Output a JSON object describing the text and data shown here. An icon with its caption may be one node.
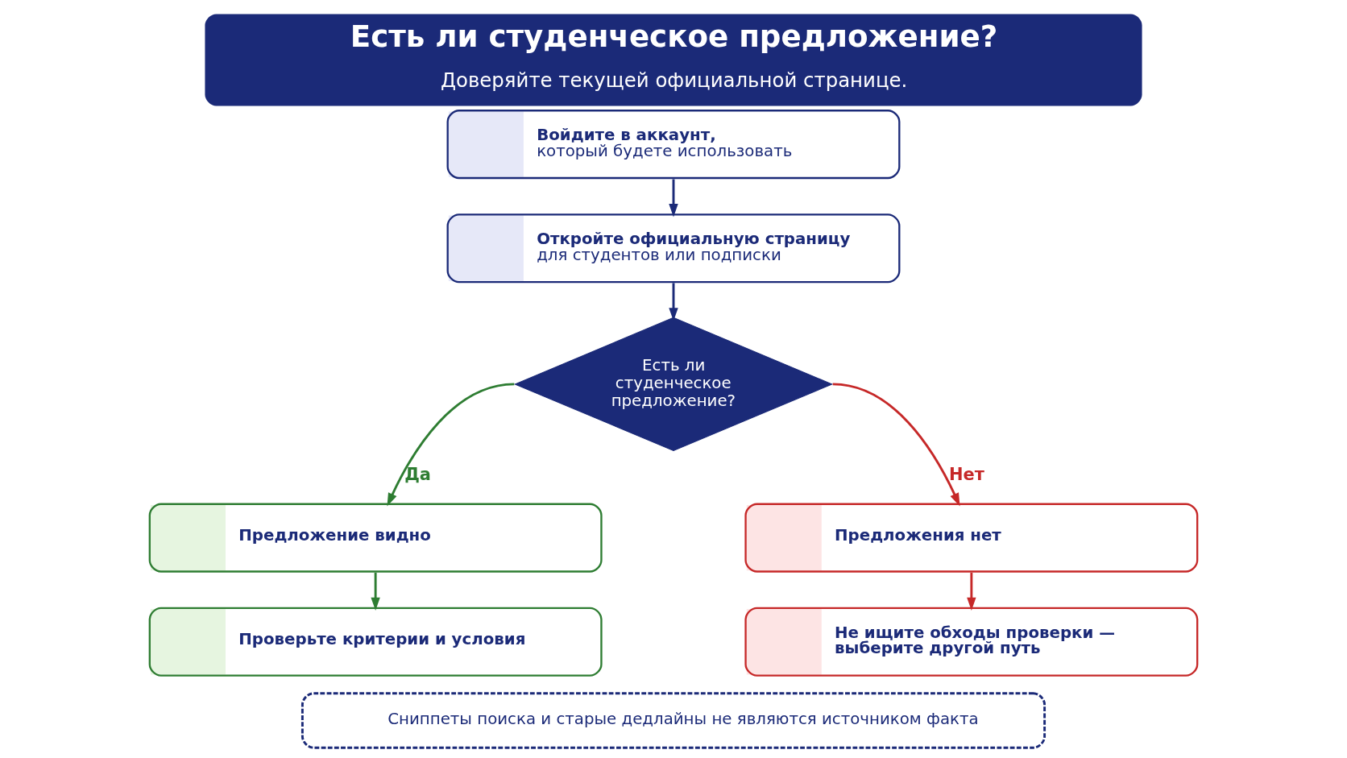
{
  "diagram": {
    "title": "Есть ли студенческое предложение?",
    "caption": "Доверяйте текущей официальной странице.",
    "nodes": [
      {
        "text": [
          "Войдите в аккаунт,",
          "который будете использовать"
        ]
      },
      {
        "text": [
          "Откройте официальную страницу",
          "для студентов или подписки"
        ]
      },
      {
        "text": [
          "Есть ли студенческое предложение?"
        ]
      },
      {
        "text": [
          "Предложение видно"
        ]
      },
      {
        "text": [
          "Проверьте критерии и условия"
        ]
      },
      {
        "text": [
          "Предложения нет"
        ]
      },
      {
        "text": [
          "Не ищите обходы проверки — выберите другой путь"
        ]
      },
      {
        "text": [
          "Сниппеты поиска и старые дедлайны не являются источником факта"
        ]
      }
    ],
    "edges": [
      {
        "from": 0,
        "to": 1,
        "arrow": "to"
      },
      {
        "from": 1,
        "to": 2,
        "arrow": "to"
      },
      {
        "from": 2,
        "to": 3,
        "arrow": "to",
        "label": "Да",
        "color": "#2e7d32"
      },
      {
        "from": 2,
        "to": 5,
        "arrow": "to",
        "label": "Нет",
        "color": "#c62828"
      },
      {
        "from": 3,
        "to": 4,
        "arrow": "to",
        "color": "#2e7d32"
      },
      {
        "from": 5,
        "to": 6,
        "arrow": "to",
        "color": "#c62828"
      }
    ]
  }
}
